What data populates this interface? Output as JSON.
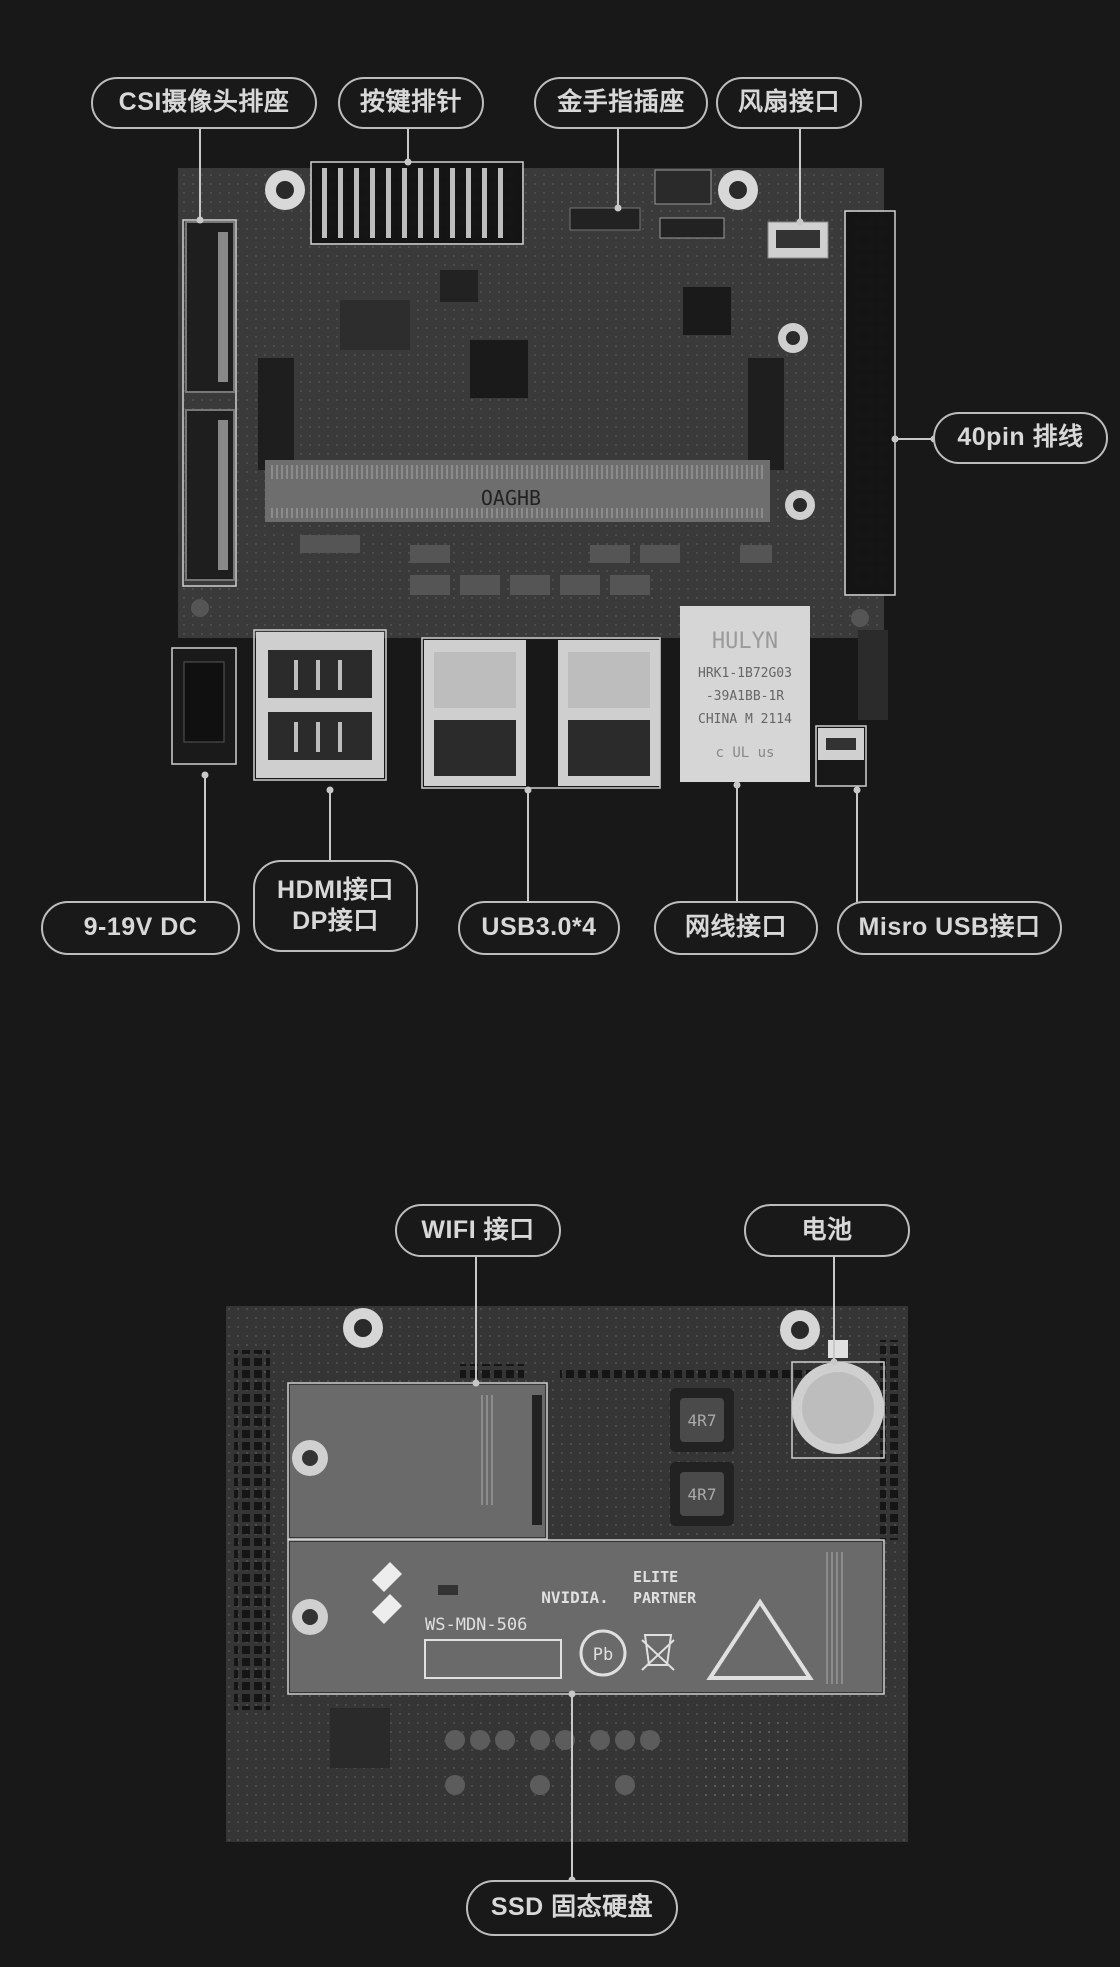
{
  "top_board": {
    "labels": {
      "csi": "CSI摄像头排座",
      "button_header": "按键排针",
      "gold_finger": "金手指插座",
      "fan": "风扇接口",
      "pin40": "40pin 排线",
      "dc": "9-19V DC",
      "hdmi_line1": "HDMI接口",
      "hdmi_line2": "DP接口",
      "usb": "USB3.0*4",
      "ethernet": "网线接口",
      "micro_usb": "Misro USB接口"
    },
    "silkscreen": {
      "module_text": "OAGHB",
      "rj45_brand": "HULYN",
      "rj45_line1": "HRK1-1B72G03",
      "rj45_line2": "-39A1BB-1R",
      "rj45_line3": "CHINA  M 2114",
      "rj45_mark": "c UL us"
    }
  },
  "bottom_board": {
    "labels": {
      "wifi": "WIFI 接口",
      "battery": "电池",
      "ssd": "SSD 固态硬盘"
    },
    "silkscreen": {
      "model": "WS-MDN-506",
      "nvidia": "NVIDIA.",
      "elite1": "ELITE",
      "elite2": "PARTNER",
      "inductor": "4R7",
      "pb": "Pb"
    }
  }
}
